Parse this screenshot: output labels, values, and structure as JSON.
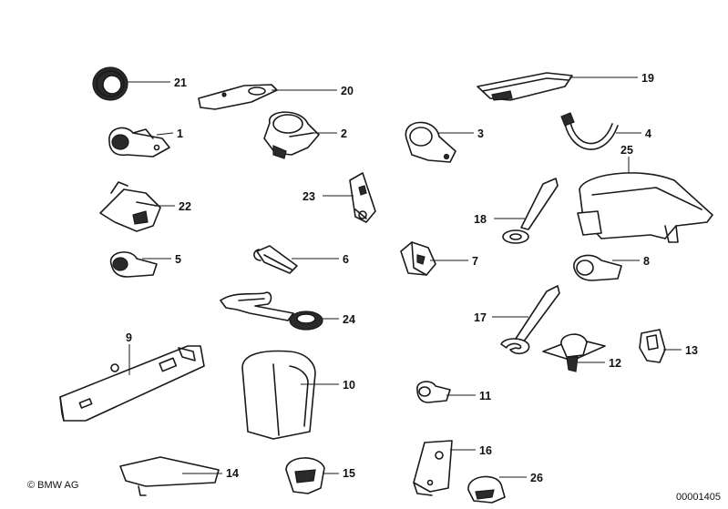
{
  "callouts": {
    "c1": "1",
    "c2": "2",
    "c3": "3",
    "c4": "4",
    "c5": "5",
    "c6": "6",
    "c7": "7",
    "c8": "8",
    "c9": "9",
    "c10": "10",
    "c11": "11",
    "c12": "12",
    "c13": "13",
    "c14": "14",
    "c15": "15",
    "c16": "16",
    "c17": "17",
    "c18": "18",
    "c19": "19",
    "c20": "20",
    "c21": "21",
    "c22": "22",
    "c23": "23",
    "c24": "24",
    "c25": "25",
    "c26": "26"
  },
  "footer": {
    "copyright": "© BMW AG",
    "doc_number": "00001405"
  }
}
